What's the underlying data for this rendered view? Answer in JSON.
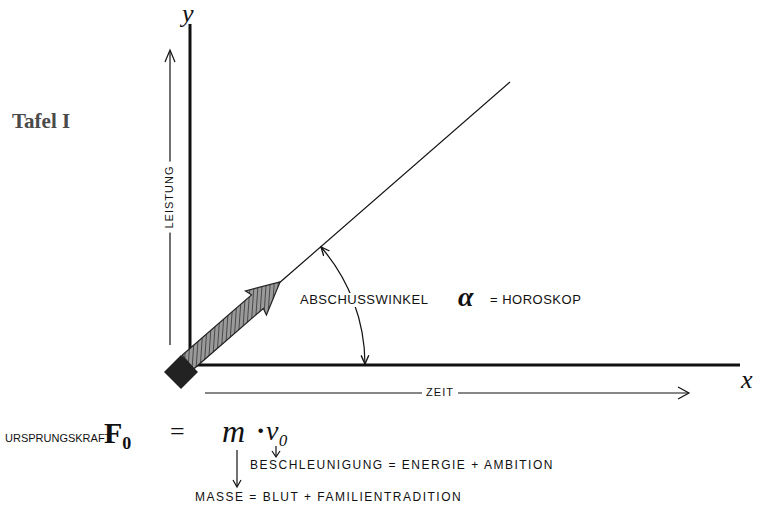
{
  "diagram": {
    "title": "Tafel I",
    "labels": [
      "y",
      "LEISTUNG",
      "ABSCHUSSWINKEL",
      "α",
      "= HOROSKOP",
      "ZEIT",
      "x",
      "URSPRUNGSKRAFT",
      "F₀",
      "=",
      "m",
      "·",
      "v₀",
      "BESCHLEUNIGUNG = ENERGIE + AMBITION",
      "MASSE = BLUT + FAMILIENTRADITION"
    ]
  }
}
